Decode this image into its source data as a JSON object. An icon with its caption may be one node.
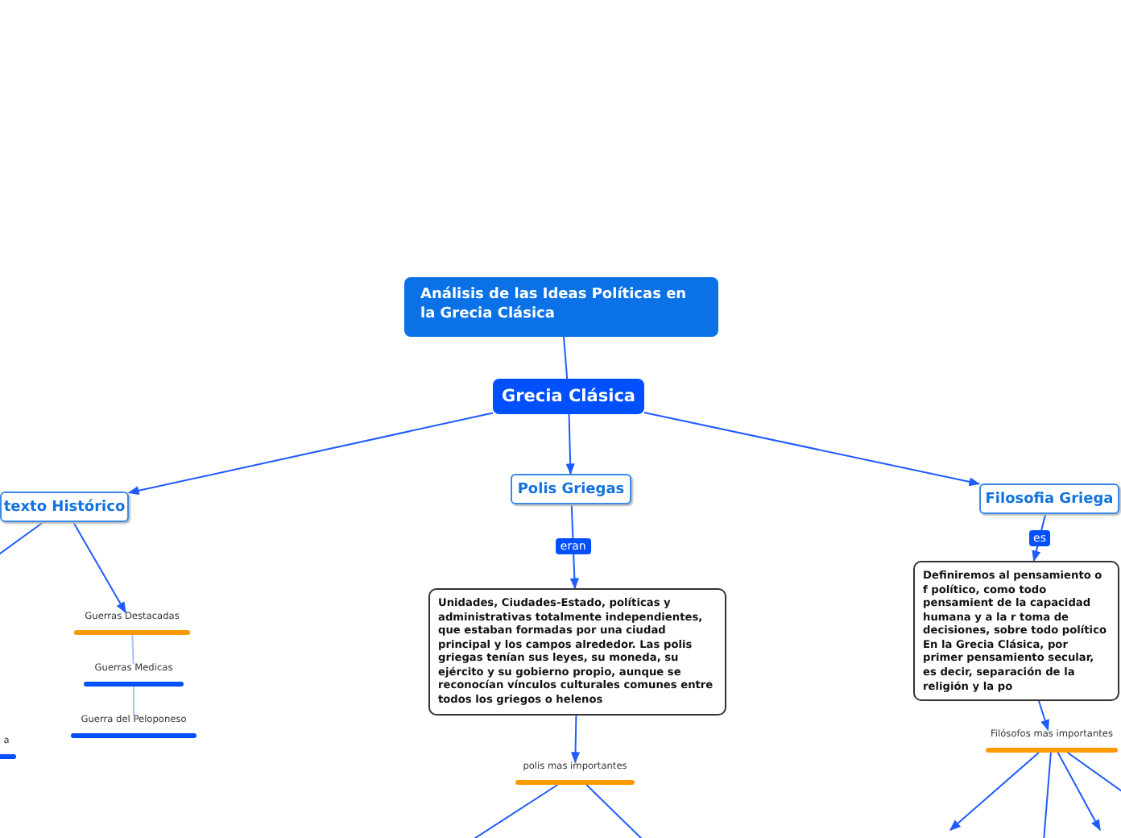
{
  "diagram": {
    "nodes": [
      {
        "text": [
          "Análisis de las Ideas Políticas en la Grecia Clásica"
        ]
      },
      {
        "text": [
          "Grecia Clásica"
        ]
      },
      {
        "text": [
          "texto Histórico"
        ]
      },
      {
        "text": [
          "Polis Griegas"
        ]
      },
      {
        "text": [
          "Filosofia Griega"
        ]
      },
      {
        "text": [
          "Unidades, Ciudades-Estado, políticas y administrativas totalmente independientes, que estaban formadas por una ciudad principal y los campos alrededor. Las polis griegas tenían sus leyes, su moneda, su ejército y su gobierno propio, aunque se reconocían vínculos culturales comunes entre todos los griegos o helenos"
        ]
      },
      {
        "text": [
          "Definiremos al pensamiento o f político, como todo pensamient de la capacidad humana y a la r toma de decisiones, sobre todo político",
          "En la Grecia Clásica, por primer pensamiento secular, es decir, separación de la religión y la po"
        ]
      },
      {
        "text": [
          "Guerras Destacadas"
        ]
      },
      {
        "text": [
          "Guerras Medicas"
        ]
      },
      {
        "text": [
          "Guerra del Peloponeso"
        ]
      },
      {
        "text": [
          "a"
        ]
      },
      {
        "text": [
          "polis mas importantes"
        ]
      },
      {
        "text": [
          "Filósofos mas importantes"
        ]
      }
    ],
    "edges": [
      {
        "from": 0,
        "to": 1,
        "arrow": "none"
      },
      {
        "from": 1,
        "to": 2,
        "arrow": "to"
      },
      {
        "from": 1,
        "to": 3,
        "arrow": "to"
      },
      {
        "from": 1,
        "to": 4,
        "arrow": "to"
      },
      {
        "from": 3,
        "to": 5,
        "label": "eran",
        "arrow": "to"
      },
      {
        "from": 4,
        "to": 6,
        "label": "es",
        "arrow": "to"
      },
      {
        "from": 2,
        "to": null,
        "arrow": "none"
      },
      {
        "from": 2,
        "to": 7,
        "arrow": "to"
      },
      {
        "from": 7,
        "to": 8,
        "arrow": "none",
        "color": "#a9c1f5"
      },
      {
        "from": 8,
        "to": 9,
        "arrow": "none",
        "color": "#a9c1f5"
      },
      {
        "from": 5,
        "to": 11,
        "arrow": "to"
      },
      {
        "from": 6,
        "to": 12,
        "arrow": "to"
      },
      {
        "from": 11,
        "to": null,
        "arrow": "none"
      },
      {
        "from": 11,
        "to": null,
        "arrow": "none"
      },
      {
        "from": 12,
        "to": null,
        "arrow": "to"
      },
      {
        "from": 12,
        "to": null,
        "arrow": "none"
      },
      {
        "from": 12,
        "to": null,
        "arrow": "to"
      },
      {
        "from": 12,
        "to": null,
        "arrow": "none"
      }
    ]
  }
}
